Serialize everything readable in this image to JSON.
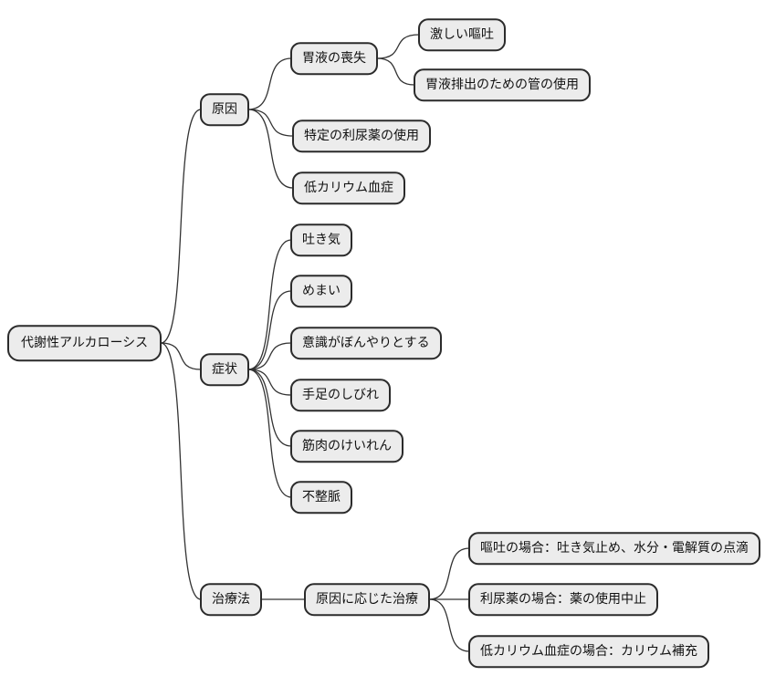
{
  "diagram": {
    "type": "mindmap",
    "colors": {
      "background": "#ffffff",
      "node_fill": "#ececec",
      "node_border": "#2b2b2b",
      "edge": "#333333",
      "text": "#111111"
    },
    "nodes": [
      {
        "id": "root",
        "label": "代謝性アルカローシス",
        "parent": null
      },
      {
        "id": "causes",
        "label": "原因",
        "parent": "root"
      },
      {
        "id": "gastric-loss",
        "label": "胃液の喪失",
        "parent": "causes"
      },
      {
        "id": "severe-vomiting",
        "label": "激しい嘔吐",
        "parent": "gastric-loss"
      },
      {
        "id": "gastric-tube",
        "label": "胃液排出のための管の使用",
        "parent": "gastric-loss"
      },
      {
        "id": "diuretics",
        "label": "特定の利尿薬の使用",
        "parent": "causes"
      },
      {
        "id": "hypokalemia",
        "label": "低カリウム血症",
        "parent": "causes"
      },
      {
        "id": "symptoms",
        "label": "症状",
        "parent": "root"
      },
      {
        "id": "nausea",
        "label": "吐き気",
        "parent": "symptoms"
      },
      {
        "id": "dizziness",
        "label": "めまい",
        "parent": "symptoms"
      },
      {
        "id": "hazy-mind",
        "label": "意識がぼんやりとする",
        "parent": "symptoms"
      },
      {
        "id": "limb-numbness",
        "label": "手足のしびれ",
        "parent": "symptoms"
      },
      {
        "id": "muscle-cramps",
        "label": "筋肉のけいれん",
        "parent": "symptoms"
      },
      {
        "id": "arrhythmia",
        "label": "不整脈",
        "parent": "symptoms"
      },
      {
        "id": "treatment",
        "label": "治療法",
        "parent": "root"
      },
      {
        "id": "cause-based",
        "label": "原因に応じた治療",
        "parent": "treatment"
      },
      {
        "id": "vomiting-case",
        "label": "嘔吐の場合：吐き気止め、水分・電解質の点滴",
        "parent": "cause-based"
      },
      {
        "id": "diuretic-case",
        "label": "利尿薬の場合：薬の使用中止",
        "parent": "cause-based"
      },
      {
        "id": "hypokalemia-case",
        "label": "低カリウム血症の場合：カリウム補充",
        "parent": "cause-based"
      }
    ]
  }
}
